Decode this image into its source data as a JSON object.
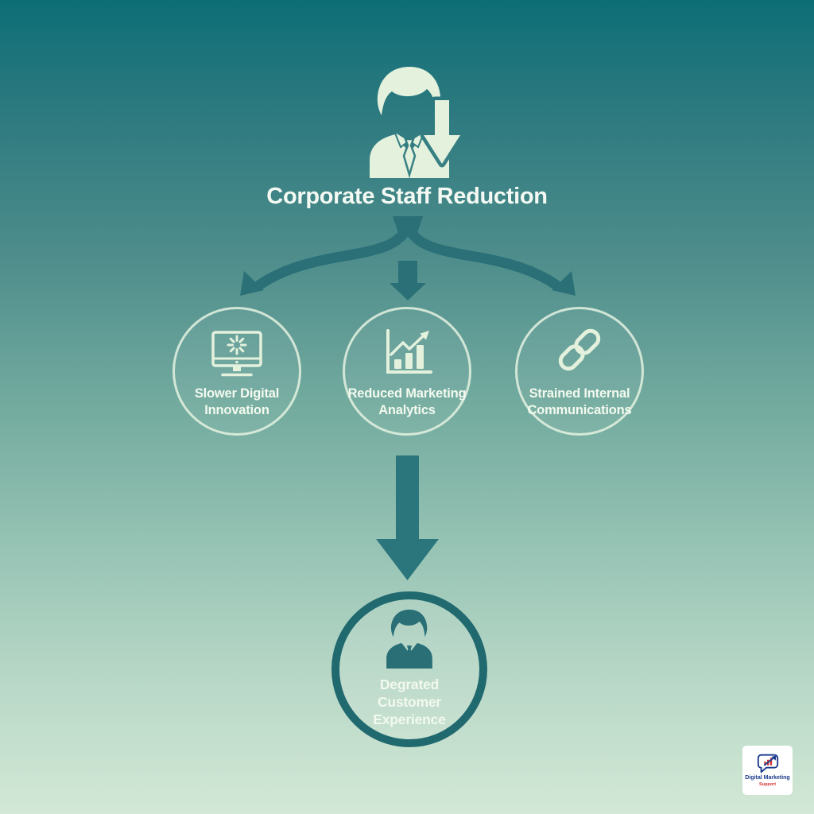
{
  "title": "Corporate Staff Reduction",
  "top_icon": "person-with-down-arrow-icon",
  "causes": [
    {
      "line1": "Slower Digital",
      "line2": "Innovation",
      "icon": "loading-monitor-icon"
    },
    {
      "line1": "Reduced Marketing",
      "line2": "Analytics",
      "icon": "bar-chart-growth-icon"
    },
    {
      "line1": "Strained Internal",
      "line2": "Communications",
      "icon": "chain-link-icon"
    }
  ],
  "outcome": {
    "line1": "Degrated",
    "line2": "Customer Experience",
    "icon": "businessperson-icon"
  },
  "logo": {
    "name": "Digital Marketing",
    "sub": "Support",
    "icon": "chat-bubble-chart-arrow-icon"
  },
  "colors": {
    "background_top": "#0d6e76",
    "background_bottom": "#d3e8d6",
    "arrow_teal": "#2b7077",
    "icon_light": "#e3f1dd",
    "circle_outline": "#e4f2e0",
    "outcome_ring": "#20696f",
    "outcome_icon": "#2a6f76",
    "text_light": "#f4faf3",
    "logo_blue": "#1b3c8c",
    "logo_red": "#d03030"
  }
}
